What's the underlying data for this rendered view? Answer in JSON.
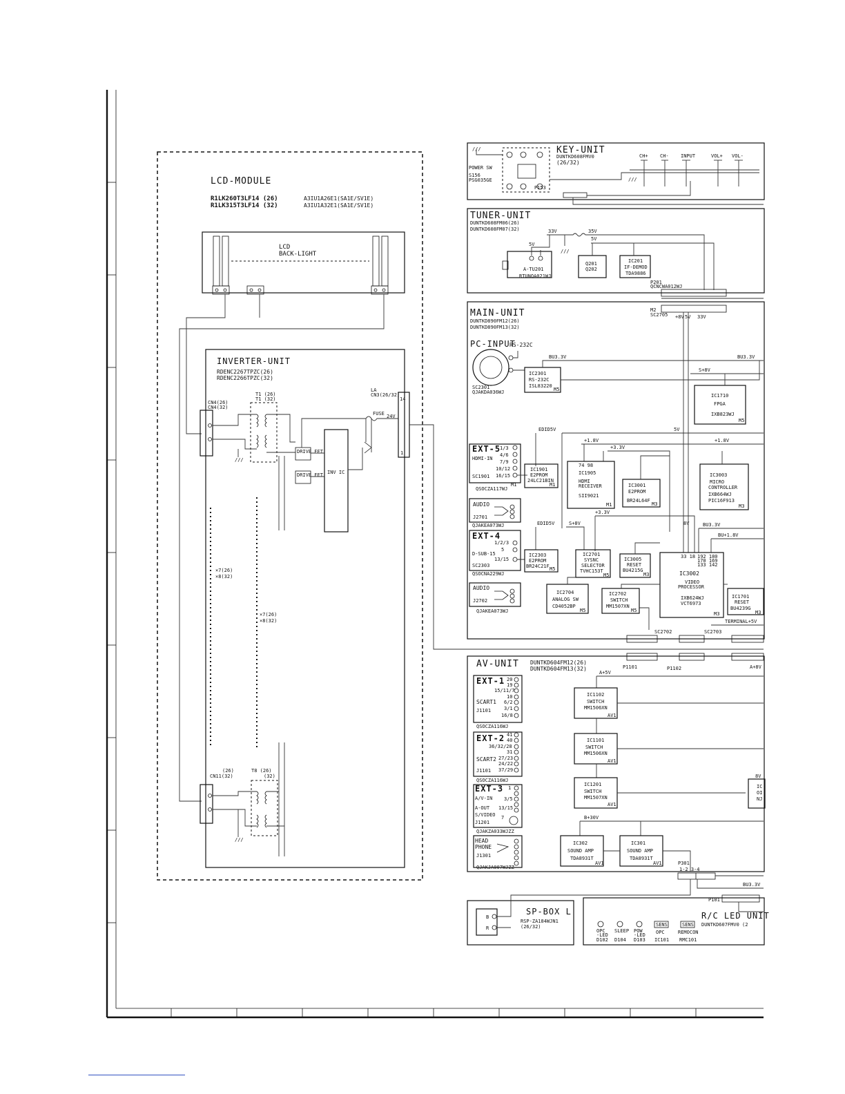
{
  "lcd_module": {
    "title": "LCD-MODULE",
    "model_26": "R1LK260T3LF14 (26)",
    "model_32": "R1LK315T3LF14 (32)",
    "part_26": "A3IU1A26E1(SA1E/SV1E)",
    "part_32": "A3IU1A32E1(SA1E/SV1E)",
    "backlight_1": "LCD",
    "backlight_2": "BACK-LIGHT"
  },
  "inverter": {
    "title": "INVERTER-UNIT",
    "part_26": "RDENC2267TPZC(26)",
    "part_32": "RDENC2266TPZC(32)",
    "cn4": "CN4(26)",
    "cn4b": "CN4(32)",
    "t1": "T1 (26)",
    "t1b": "T1 (32)",
    "la": "LA",
    "cn3": "CN3(26/32)",
    "fuse": "FUSE",
    "v24": "24V",
    "pin14": "14",
    "pin1": "1",
    "drive_fet": "DRIVE FET",
    "inv_ic": "INV IC",
    "mult1a": "×7(26)",
    "mult1b": "×8(32)",
    "mult2a": "×7(26)",
    "mult2b": "×8(32)",
    "cn11": "CN11(32)",
    "cn11a": "(26)",
    "t8": "T8 (26)",
    "t8b": "(32)"
  },
  "key_unit": {
    "title": "KEY-UNIT",
    "part": "DUNTKD608FMV0",
    "size": "(26/32)",
    "power_sw": "POWER SW",
    "s156": "S156",
    "psw": "PSG035GE",
    "p153": "P153",
    "keys": [
      "CH+",
      "CH-",
      "INPUT",
      "VOL+",
      "VOL-"
    ]
  },
  "tuner_unit": {
    "title": "TUNER-UNIT",
    "part_26": "DUNTKD608FM06(26)",
    "part_32": "DUNTKD608FM07(32)",
    "v33": "33V",
    "v35": "35V",
    "v5": "5V",
    "v5b": "5V",
    "tuner": "A-TU201",
    "tuner_part": "RTUNQA021WJ",
    "q201": "Q201",
    "q202": "Q202",
    "ic201": "IC201",
    "ic201_fn": "IF-DEMOD",
    "ic201_part": "TDA9886",
    "p201": "P201",
    "p201_part": "QCNCWA012WJ"
  },
  "main_unit": {
    "title": "MAIN-UNIT",
    "part_26": "DUNTKD890FM12(26)",
    "part_32": "DUNTKD890FM13(32)",
    "sc2705": "SC2705",
    "m2": "M2",
    "v1": "+8V",
    "v2": "5V",
    "v3": "33V",
    "pc_input": "PC-INPUT",
    "rs232": "RS-232C",
    "sc2301": "SC2301",
    "sc2301_part": "QJAKDA036WJ",
    "bu33": "BU3.3V",
    "bu33b": "BU3.3V",
    "s8v": "S+8V",
    "v5line": "5V",
    "edid5v": "EDID5V",
    "v18": "+1.8V",
    "v33": "+3.3V",
    "v18b": "+1.8V",
    "v33b": "+3.3V",
    "edid5v2": "EDID5V",
    "s8v2": "S+8V",
    "v8": "8V",
    "bu33c": "BU3.3V",
    "bu18": "BU+1.8V",
    "terminal": "TERMINAL+5V",
    "sc2702": "SC2702",
    "sc2703": "SC2703",
    "ic2301": [
      "IC2301",
      "RS-232C",
      "ISL83220",
      "M5"
    ],
    "ic1710": [
      "IC1710",
      "FPGA",
      "IXB823WJ",
      "M5"
    ],
    "ic1901": [
      "IC1901",
      "E2PROM",
      "24LC21BIN",
      "M1"
    ],
    "ic1905": [
      "IC1905",
      "HDMI",
      "RECEIVER",
      "SII9021",
      "M1"
    ],
    "ic3001": [
      "IC3001",
      "E2PROM",
      "BR24L64F",
      "M3"
    ],
    "ic3003": [
      "IC3003",
      "MICRO",
      "CONTROLLER",
      "IXB664WJ",
      "PIC16F913",
      "M3"
    ],
    "ic2303": [
      "IC2303",
      "E2PROM",
      "BR24C21F",
      "M5"
    ],
    "ic2701": [
      "IC2701",
      "SYSNC",
      "SELECTOR",
      "TVHC153T",
      "M5"
    ],
    "ic3005": [
      "IC3005",
      "RESET",
      "BU4215G",
      "M3"
    ],
    "ic3002": [
      "IC3002",
      "VIDEO",
      "PROCESSOR",
      "IXB624WJ",
      "VCT6973",
      "M3"
    ],
    "ic2704": [
      "IC2704",
      "ANALOG SW",
      "CD4052BP",
      "M5"
    ],
    "ic2702": [
      "IC2702",
      "SWITCH",
      "MM1507XN",
      "M5"
    ],
    "ic1701": [
      "IC1701",
      "RESET",
      "BU4239G",
      "M3"
    ],
    "ic1905_pins": "74   98",
    "ic3002_pins1": "33 18",
    "ic3002_pins2": "192 180",
    "ic3002_pins3": "170 169",
    "ic3002_pins4": "133 142",
    "ext5": "EXT-5",
    "hdmi_in": "HDMI-IN",
    "sc1901": "SC1901",
    "sc1901_part": "QSOCZA117WJ",
    "ext5_pins": [
      "1/3",
      "4/6",
      "7/9",
      "10/12",
      "16/15"
    ],
    "audio1": "AUDIO",
    "j2701": "J2701",
    "j2701_part": "QJAKEA073WJ",
    "ext4": "EXT-4",
    "dsub": "D-SUB-15",
    "sc2303": "SC2303",
    "sc2303_part": "QSOCNA229WJ",
    "ext4_pins": [
      "1/2/3",
      "5",
      "13/15"
    ],
    "audio2": "AUDIO",
    "j2702": "J2702",
    "j2702_part": "QJAKEA073WJ"
  },
  "av_unit": {
    "title": "AV-UNIT",
    "part_26": "DUNTKD604FM12(26)",
    "part_32": "DUNTKD604FM13(32)",
    "p1101": "P1101",
    "p1102": "P1102",
    "a8v": "A+8V",
    "a5v": "A+5V",
    "b30v": "B+30V",
    "v8": "8V",
    "ext1": "EXT-1",
    "scart1": "SCART1",
    "j1101": "J1101",
    "ext1_part": "QSOCZA116WJ",
    "ext1_pins": [
      "20",
      "19",
      "15/11/7",
      "10",
      "6/2",
      "3/1",
      "16/8"
    ],
    "ext2": "EXT-2",
    "scart2": "SCART2",
    "j1101b": "J1101",
    "ext2_part": "QSOCZA116WJ",
    "ext2_pins": [
      "41",
      "40",
      "36/32/28",
      "31",
      "27/23",
      "24/22",
      "37/29"
    ],
    "ext3": "EXT-3",
    "av_in": "A/V-IN",
    "a_out": "A-OUT",
    "svideo": "S/VIDEO",
    "j1201": "J1201",
    "ext3_part": "QJAKZA033WJZZ",
    "ext3_pins": [
      "1",
      "3/5",
      "13/15",
      "7"
    ],
    "headphone1": "HEAD",
    "headphone2": "PHONE",
    "j1301": "J1301",
    "hp_part": "QJAKJA007WJZZ",
    "ic1102": [
      "IC1102",
      "SWITCH",
      "MM1506XN",
      "AV1"
    ],
    "ic1101": [
      "IC1101",
      "SWITCH",
      "MM1506XN",
      "AV1"
    ],
    "ic1201": [
      "IC1201",
      "SWITCH",
      "MM1507XN",
      "AV1"
    ],
    "ic302": [
      "IC302",
      "SOUND AMP",
      "TDA8931T",
      "AV1"
    ],
    "ic301": [
      "IC301",
      "SOUND AMP",
      "TDA8931T",
      "AV1"
    ],
    "ic_cut": [
      "IC",
      "OI",
      "NJ"
    ],
    "p301": "P301",
    "p301_pins": "1-2    3-4",
    "bu33": "BU3.3V",
    "p101": "P101"
  },
  "sp_box": {
    "title": "SP-BOX L",
    "part": "RSP-ZA184WJN1",
    "size": "(26/32)",
    "b": "B",
    "r": "R"
  },
  "rc_led": {
    "title": "R/C LED UNIT",
    "part": "DUNTKD607FMV0 (2",
    "items": [
      [
        "OPC",
        "-LED",
        "D102"
      ],
      [
        "SLEEP",
        "",
        "D104"
      ],
      [
        "POW",
        "-LED",
        "D103"
      ],
      [
        "OPC",
        "",
        "IC101"
      ],
      [
        "REMOCON",
        "",
        "RMC101"
      ]
    ],
    "sens": "SENS"
  },
  "colors": {
    "ink": "#111111",
    "link": "#3050c0"
  }
}
